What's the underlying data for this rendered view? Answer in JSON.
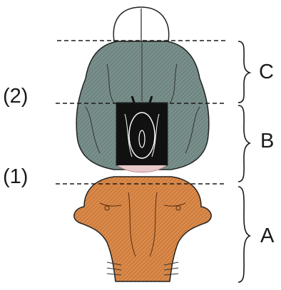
{
  "figure": {
    "region_labels": {
      "a": "A",
      "b": "B",
      "c": "C"
    },
    "section_markers": {
      "first": "(1)",
      "second": "(2)"
    },
    "colors": {
      "cerebrum_top": "#ffffff",
      "cerebrum_gray": "#6f8682",
      "midbrain_dark": "#111111",
      "cerebellum_orange": "#d98a4a",
      "outline": "#222222"
    }
  }
}
